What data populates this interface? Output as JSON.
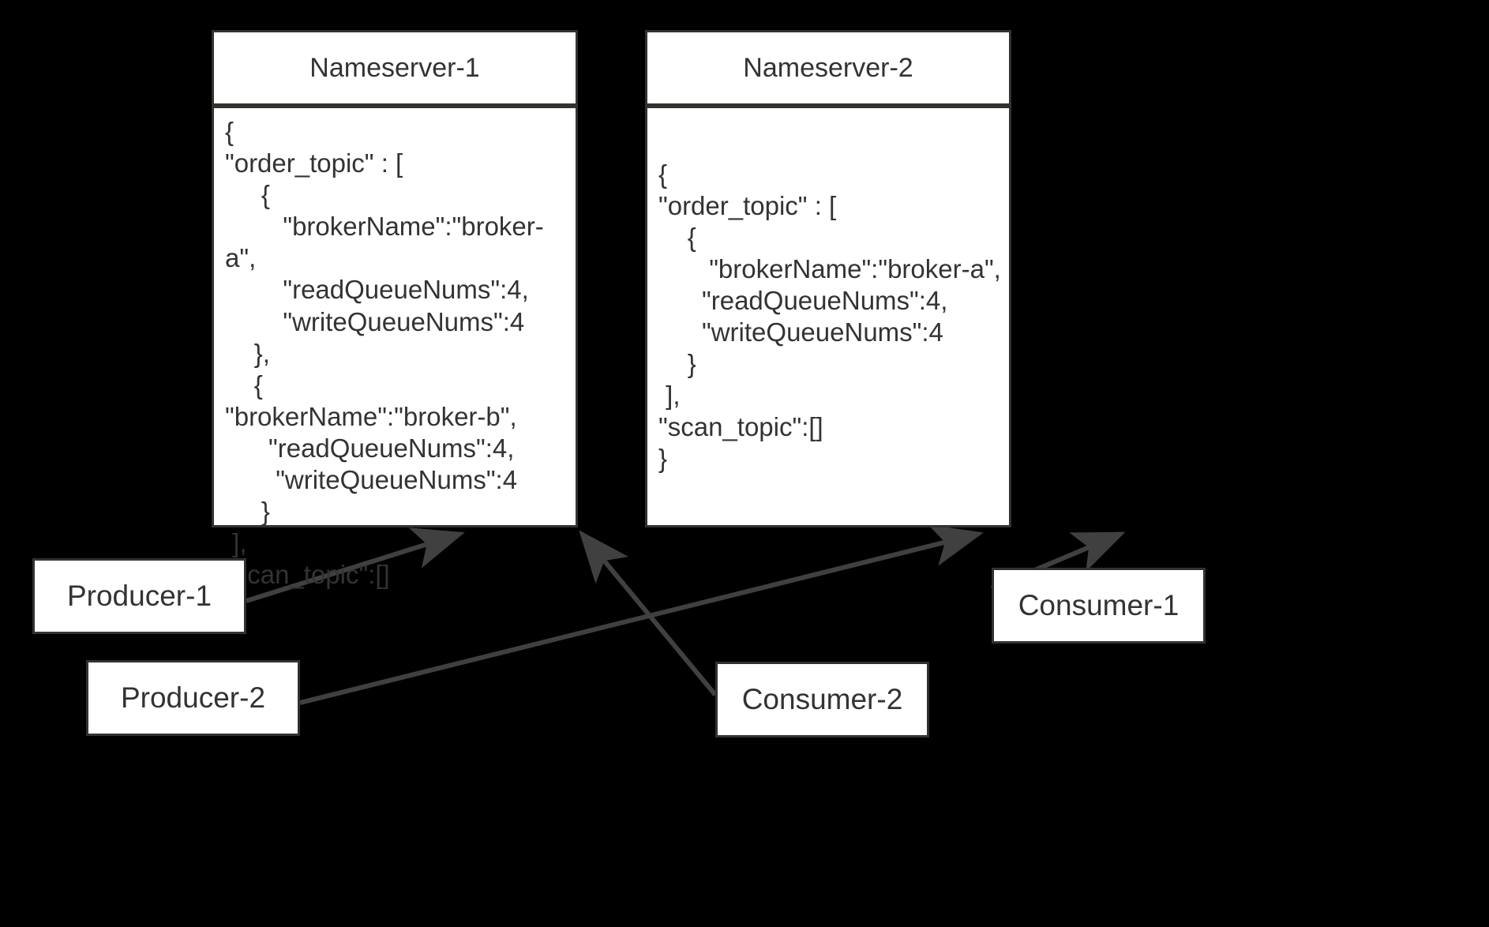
{
  "diagram": {
    "background_color": "#000000",
    "node_fill": "#ffffff",
    "node_border_color": "#32322f",
    "text_color": "#333333",
    "edge_color": "#404040"
  },
  "nameservers": [
    {
      "title": "Nameserver-1",
      "body": "{\n\"order_topic\" : [\n     {\n        \"brokerName\":\"broker-a\",\n        \"readQueueNums\":4,\n        \"writeQueueNums\":4\n    },\n    {         \"brokerName\":\"broker-b\",\n      \"readQueueNums\":4,\n       \"writeQueueNums\":4\n     }\n ],\n\"scan_topic\":[]\n}"
    },
    {
      "title": "Nameserver-2",
      "body": "{\n\"order_topic\" : [\n    {\n       \"brokerName\":\"broker-a\",\n      \"readQueueNums\":4,\n      \"writeQueueNums\":4\n    }\n ],\n\"scan_topic\":[]\n}"
    }
  ],
  "endpoints": [
    {
      "label": "Producer-1"
    },
    {
      "label": "Producer-2"
    },
    {
      "label": "Consumer-1"
    },
    {
      "label": "Consumer-2"
    }
  ],
  "connections": [
    {
      "from": "Producer-1",
      "to": "Nameserver-1"
    },
    {
      "from": "Producer-2",
      "to": "Nameserver-2"
    },
    {
      "from": "Consumer-1",
      "to": "Nameserver-2"
    },
    {
      "from": "Consumer-2",
      "to": "Nameserver-1"
    }
  ]
}
